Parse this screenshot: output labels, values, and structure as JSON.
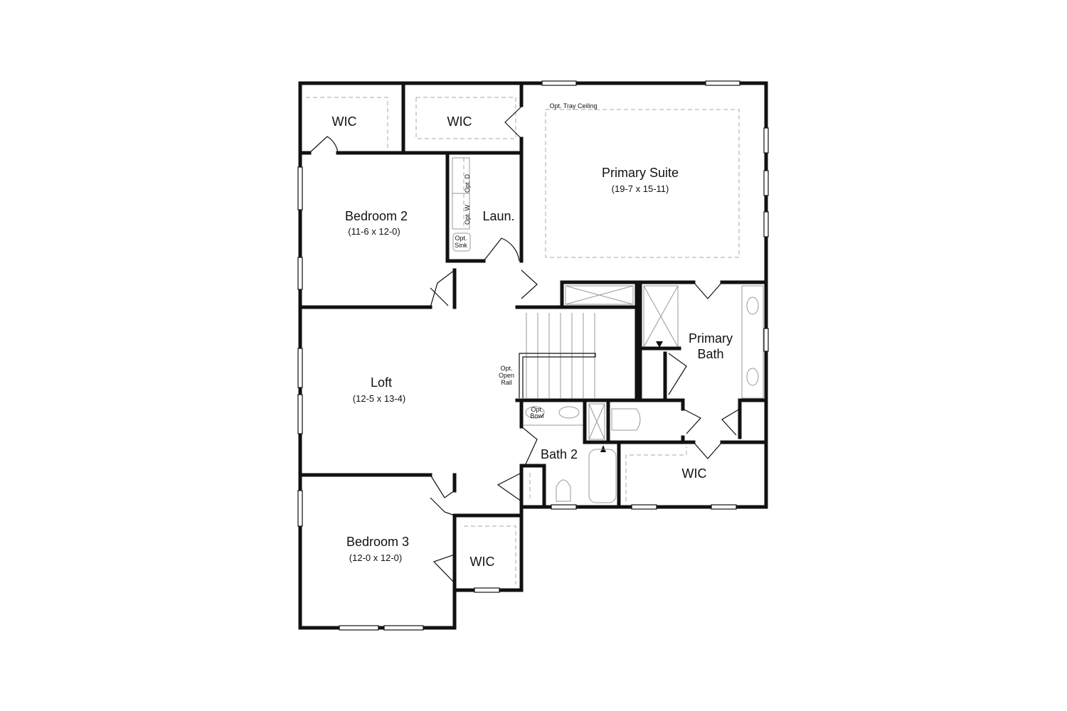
{
  "rooms": {
    "wic_1": "WIC",
    "wic_2": "WIC",
    "primary_suite": "Primary Suite",
    "primary_suite_dim": "(19-7 x 15-11)",
    "tray_ceiling": "Opt. Tray Ceiling",
    "bedroom_2": "Bedroom 2",
    "bedroom_2_dim": "(11-6 x 12-0)",
    "laundry": "Laun.",
    "opt_d": "Opt. D",
    "opt_w": "Opt. W",
    "opt_sink_1": "Opt.",
    "opt_sink_2": "Sink",
    "loft": "Loft",
    "loft_dim": "(12-5 x 13-4)",
    "open_rail_1": "Opt.",
    "open_rail_2": "Open",
    "open_rail_3": "Rail",
    "primary_bath_1": "Primary",
    "primary_bath_2": "Bath",
    "opt_bowl_1": "Opt.",
    "opt_bowl_2": "Bowl",
    "bath_2": "Bath 2",
    "wic_primary": "WIC",
    "bedroom_3": "Bedroom 3",
    "bedroom_3_dim": "(12-0 x 12-0)",
    "wic_3": "WIC"
  }
}
